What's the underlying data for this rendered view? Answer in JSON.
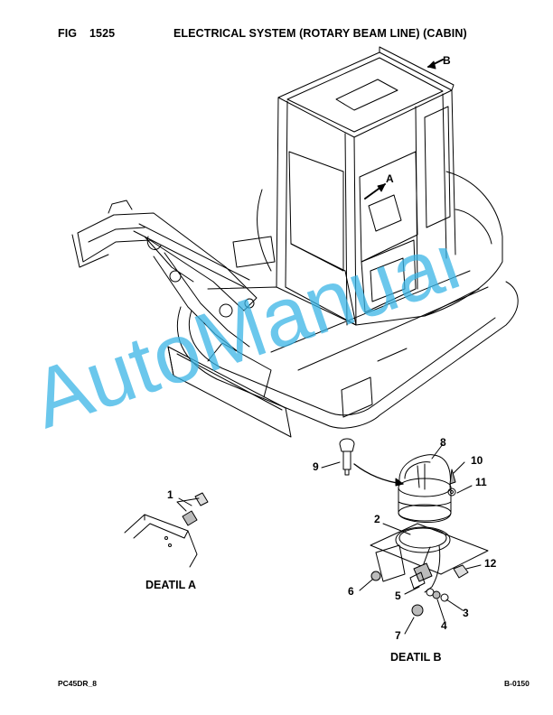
{
  "header": {
    "fig_label": "FIG",
    "fig_number": "1525",
    "title": "ELECTRICAL SYSTEM (ROTARY BEAM LINE) (CABIN)"
  },
  "view_arrows": {
    "a": "A",
    "b": "B"
  },
  "callouts": [
    "1",
    "2",
    "3",
    "4",
    "5",
    "6",
    "7",
    "8",
    "9",
    "10",
    "11",
    "12"
  ],
  "details": {
    "a": "DEATIL A",
    "b": "DEATIL B"
  },
  "watermark": {
    "text": "AutoManual",
    "color": "#3ab4e6"
  },
  "footer": {
    "model": "PC45DR_8",
    "code": "B-0150"
  }
}
